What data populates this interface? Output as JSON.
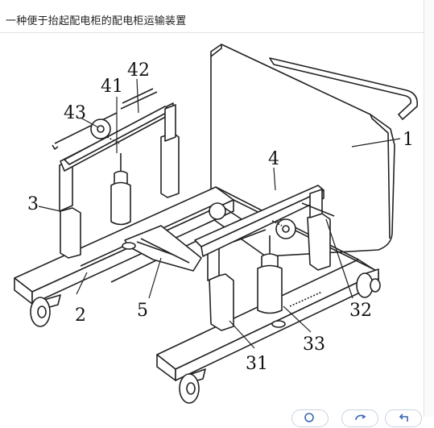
{
  "title": "一种便于抬起配电柜的配电柜运输装置",
  "callouts": {
    "c1": "1",
    "c2": "2",
    "c3": "3",
    "c4": "4",
    "c5": "5",
    "c31": "31",
    "c32": "32",
    "c33": "33",
    "c41": "41",
    "c42": "42",
    "c43": "43"
  },
  "toolbar": {
    "zoom_icon": "search-icon",
    "rotate_icon": "rotate-icon",
    "undo_icon": "undo-icon"
  },
  "colors": {
    "line": "#222222",
    "fill": "#ffffff",
    "accent": "#3b66b3"
  }
}
